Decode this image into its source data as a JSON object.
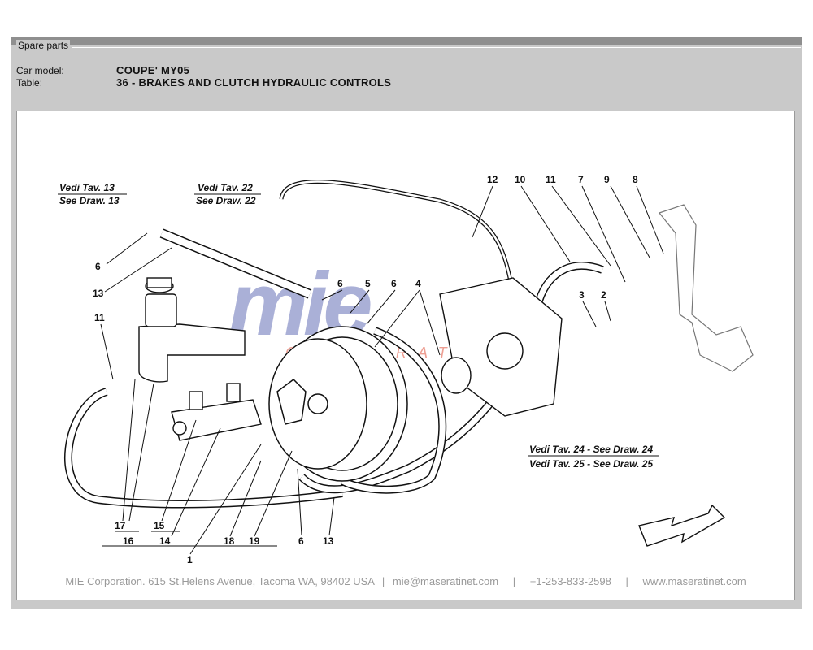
{
  "window": {
    "legend": "Spare parts",
    "car_model_label": "Car model:",
    "car_model_value": "COUPE' MY05",
    "table_label": "Table:",
    "table_value": "36 - BRAKES AND CLUTCH HYDRAULIC CONTROLS"
  },
  "diagram": {
    "refs": {
      "vedi13": "Vedi Tav. 13",
      "see13": "See Draw. 13",
      "vedi22": "Vedi Tav. 22",
      "see22": "See Draw. 22",
      "vedi24": "Vedi Tav. 24 - See Draw. 24",
      "vedi25": "Vedi Tav. 25 - See Draw. 25"
    },
    "callouts": {
      "n1": "1",
      "n2": "2",
      "n3": "3",
      "n4": "4",
      "n5": "5",
      "n6a": "6",
      "n6b": "6",
      "n6c": "6",
      "n6d": "6",
      "n7": "7",
      "n8": "8",
      "n9": "9",
      "n10": "10",
      "n11a": "11",
      "n11b": "11",
      "n12": "12",
      "n13a": "13",
      "n13b": "13",
      "n14": "14",
      "n15": "15",
      "n16": "16",
      "n17": "17",
      "n18": "18",
      "n19": "19"
    },
    "watermark_sub": "CORPORATION"
  },
  "footer": {
    "company": "MIE Corporation. 615 St.Helens Avenue, Tacoma WA, 98402 USA",
    "email": "mie@maseratinet.com",
    "phone": "+1-253-833-2598",
    "website": "www.maseratinet.com",
    "sep": "|"
  }
}
